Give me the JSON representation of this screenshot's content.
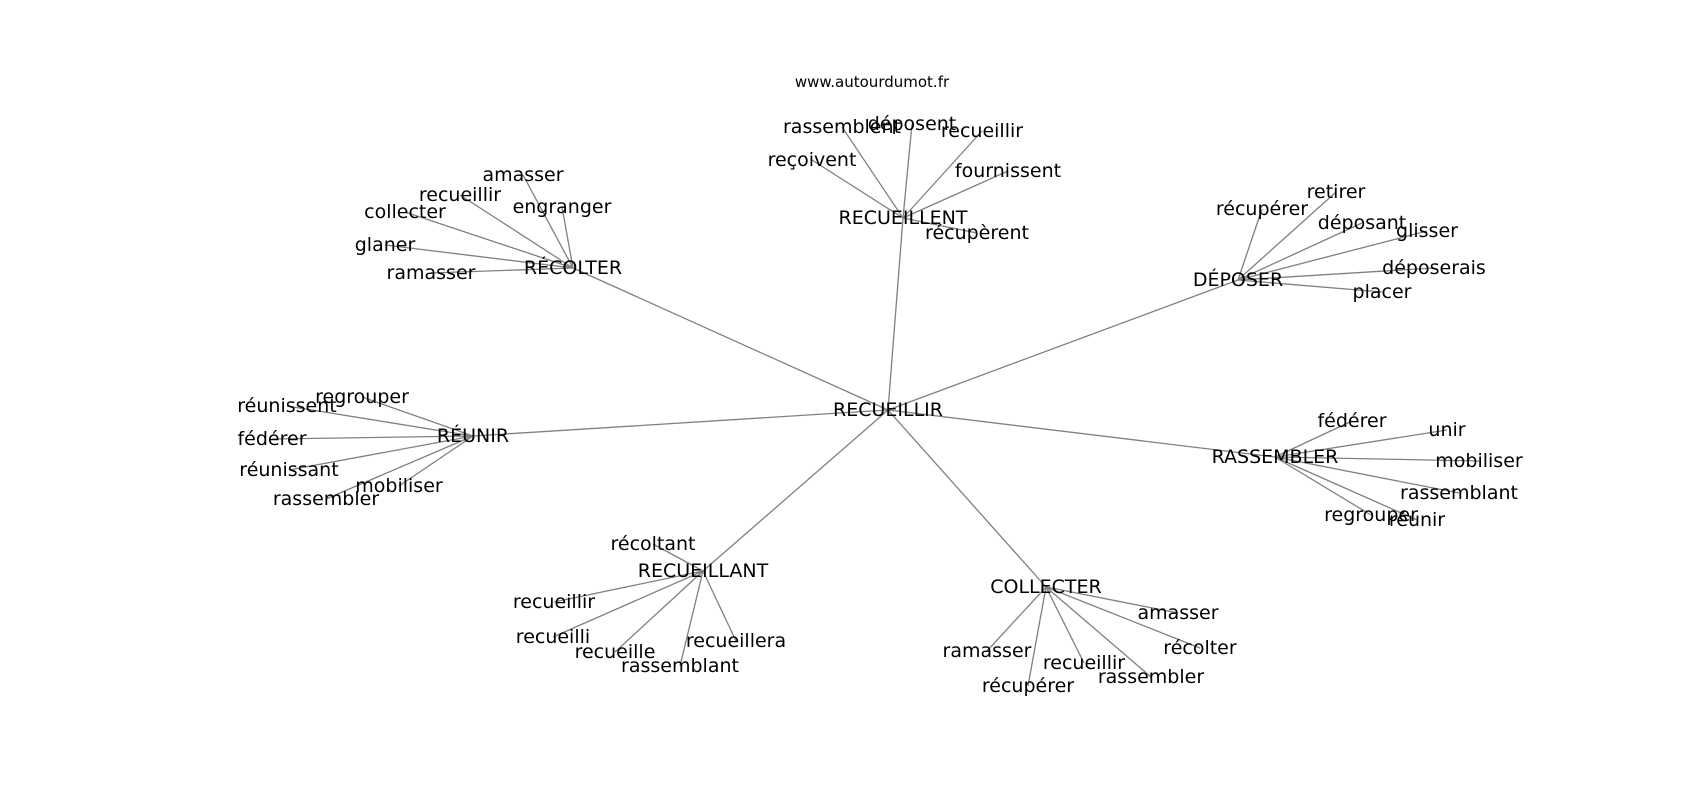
{
  "source_url": "www.autourdumot.fr",
  "center": {
    "id": "recueillir",
    "label": "RECUEILLIR"
  },
  "clusters": [
    {
      "id": "recolter",
      "label": "RÉCOLTER",
      "leaves": [
        "amasser",
        "recueillir",
        "collecter",
        "engranger",
        "glaner",
        "ramasser"
      ]
    },
    {
      "id": "recueillent",
      "label": "RECUEILLENT",
      "leaves": [
        "rassemblent",
        "déposent",
        "recueillir",
        "reçoivent",
        "fournissent",
        "récupèrent"
      ]
    },
    {
      "id": "deposer",
      "label": "DÉPOSER",
      "leaves": [
        "retirer",
        "récupérer",
        "déposant",
        "glisser",
        "déposerais",
        "placer"
      ]
    },
    {
      "id": "reunir",
      "label": "RÉUNIR",
      "leaves": [
        "regrouper",
        "réunissent",
        "fédérer",
        "réunissant",
        "mobiliser",
        "rassembler"
      ]
    },
    {
      "id": "rassembler",
      "label": "RASSEMBLER",
      "leaves": [
        "fédérer",
        "unir",
        "mobiliser",
        "rassemblant",
        "regrouper",
        "réunir"
      ]
    },
    {
      "id": "recueillant",
      "label": "RECUEILLANT",
      "leaves": [
        "récoltant",
        "recueillir",
        "recueilli",
        "recueille",
        "recueillera",
        "rassemblant"
      ]
    },
    {
      "id": "collecter",
      "label": "COLLECTER",
      "leaves": [
        "amasser",
        "récolter",
        "ramasser",
        "recueillir",
        "rassembler",
        "récupérer"
      ]
    }
  ]
}
